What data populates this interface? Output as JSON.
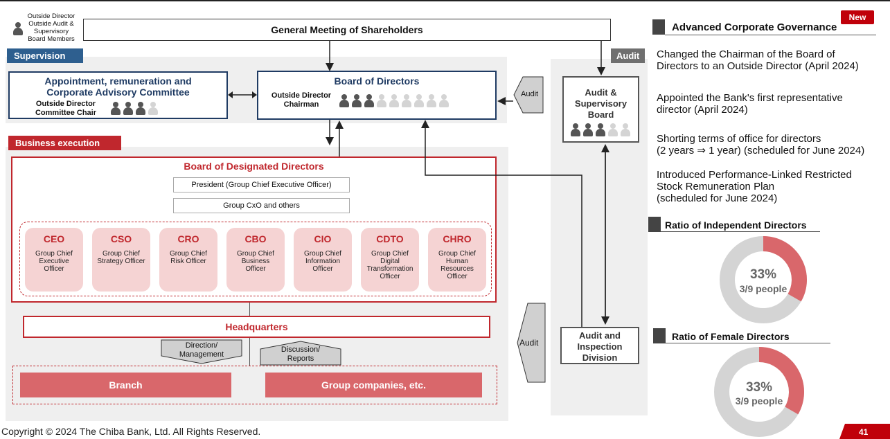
{
  "legend": {
    "line1": "Outside Director",
    "line2": "Outside Audit &",
    "line3": "Supervisory",
    "line4": "Board Members"
  },
  "general_meeting": "General Meeting of Shareholders",
  "supervision_tag": "Supervision",
  "audit_tag": "Audit",
  "business_tag": "Business execution",
  "committee": {
    "title1": "Appointment, remuneration and",
    "title2": "Corporate Advisory Committee",
    "chair1": "Outside Director",
    "chair2": "Committee Chair",
    "outside_count": 3,
    "total": 4
  },
  "board": {
    "title": "Board of Directors",
    "chair1": "Outside Director",
    "chair2": "Chairman",
    "outside_count": 3,
    "total": 9
  },
  "audit_board": {
    "title1": "Audit &",
    "title2": "Supervisory",
    "title3": "Board",
    "outside_count": 3,
    "total": 5
  },
  "audit_arrow_label": "Audit",
  "audit_arrow_label2": "Audit",
  "designated": {
    "title": "Board of Designated Directors",
    "president": "President (Group Chief Executive Officer)",
    "cxo": "Group CxO and others"
  },
  "officers": [
    {
      "code": "CEO",
      "desc": [
        "Group Chief",
        "Executive",
        "Officer"
      ]
    },
    {
      "code": "CSO",
      "desc": [
        "Group Chief",
        "Strategy Officer"
      ]
    },
    {
      "code": "CRO",
      "desc": [
        "Group Chief",
        "Risk Officer"
      ]
    },
    {
      "code": "CBO",
      "desc": [
        "Group Chief",
        "Business",
        "Officer"
      ]
    },
    {
      "code": "CIO",
      "desc": [
        "Group Chief",
        "Information",
        "Officer"
      ]
    },
    {
      "code": "CDTO",
      "desc": [
        "Group Chief",
        "Digital",
        "Transformation",
        "Officer"
      ]
    },
    {
      "code": "CHRO",
      "desc": [
        "Group Chief",
        "Human",
        "Resources",
        "Officer"
      ]
    }
  ],
  "headquarters": "Headquarters",
  "direction": {
    "l1": "Direction/",
    "l2": "Management"
  },
  "discussion": {
    "l1": "Discussion/",
    "l2": "Reports"
  },
  "branch": "Branch",
  "group_companies": "Group companies, etc.",
  "audit_inspection": {
    "l1": "Audit and",
    "l2": "Inspection",
    "l3": "Division"
  },
  "right": {
    "new_badge": "New",
    "heading": "Advanced Corporate Governance",
    "items": [
      {
        "l1": "Changed the Chairman of the Board of",
        "l2": "Directors to an Outside Director (April 2024)"
      },
      {
        "l1": "Appointed the Bank's first representative",
        "l2": "director (April 2024)"
      },
      {
        "l1": "Shorting terms of office for directors",
        "l2": "(2 years ⇒ 1 year) (scheduled for June 2024)"
      },
      {
        "l1": "Introduced Performance-Linked Restricted",
        "l2": "Stock Remuneration Plan",
        "l3": "(scheduled for June 2024)"
      }
    ],
    "independent": {
      "title": "Ratio of Independent Directors",
      "pct": "33%",
      "people": "3/9 people",
      "ratio": 0.333
    },
    "female": {
      "title": "Ratio of Female Directors",
      "pct": "33%",
      "people": "3/9 people",
      "ratio": 0.333
    }
  },
  "copyright": "Copyright © 2024 The Chiba Bank, Ltd. All Rights Reserved.",
  "page_number": "41",
  "colors": {
    "navy": "#1f3b63",
    "red": "#c0272d",
    "pink": "#d9676b",
    "grey": "#d4d4d4"
  }
}
